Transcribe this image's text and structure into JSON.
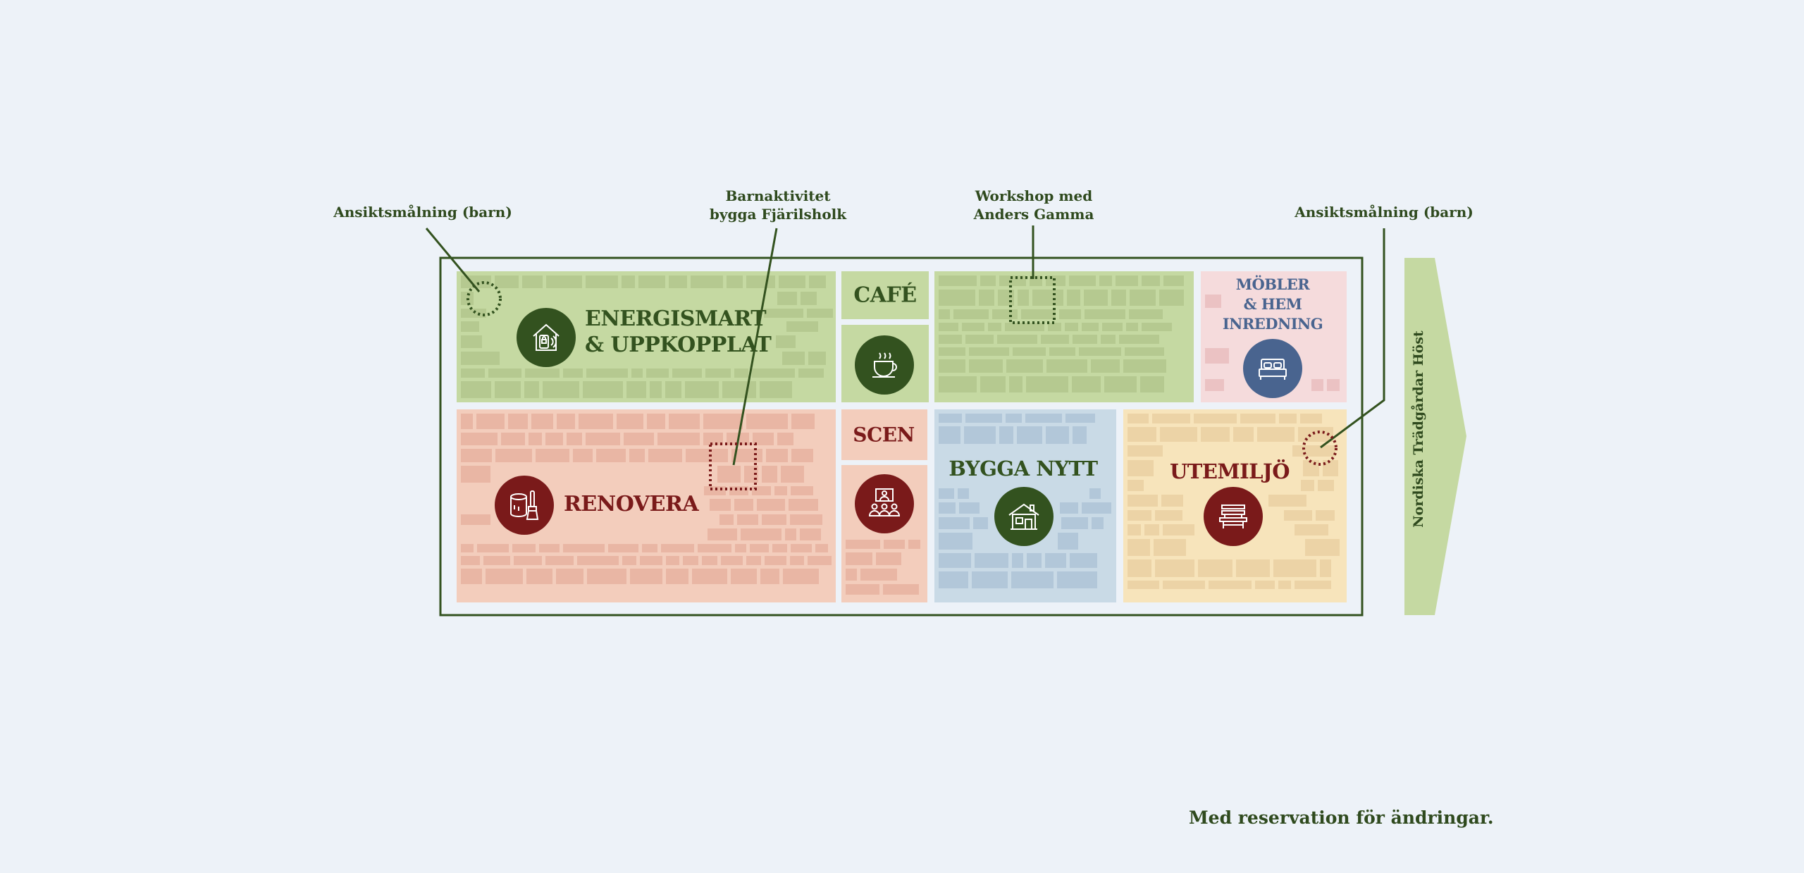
{
  "colors": {
    "background": "#edf2f8",
    "dark_green": "#33521f",
    "dark_red": "#7a1a1a",
    "dark_blue": "#49648f",
    "green_zone": "#c5d9a2",
    "green_booth": "#b5c990",
    "red_zone": "#f3cdbc",
    "red_booth": "#e9b6a4",
    "blue_zone": "#c9dae6",
    "blue_booth": "#b2c7d9",
    "yellow_zone": "#f7e4bb",
    "yellow_booth": "#ecd3a6",
    "pink_zone": "#f5dbdc",
    "pink_booth": "#ebc2c3",
    "arrow": "#c5d9a2"
  },
  "callouts": {
    "face_paint_left": "Ansiktsmålning (barn)",
    "kids_activity_line1": "Barnaktivitet",
    "kids_activity_line2": "bygga Fjärilsholk",
    "workshop_line1": "Workshop med",
    "workshop_line2": "Anders Gamma",
    "face_paint_right": "Ansiktsmålning (barn)"
  },
  "zones": {
    "energismart_line1": "ENERGISMART",
    "energismart_line2": "& UPPKOPPLAT",
    "cafe": "CAFÉ",
    "mobler_line1": "MÖBLER",
    "mobler_line2": "& HEM",
    "mobler_line3": "INREDNING",
    "scen": "SCEN",
    "renovera": "RENOVERA",
    "bygga_nytt": "BYGGA NYTT",
    "utemiljo": "UTEMILJÖ"
  },
  "icons": {
    "energismart": "smart-home-icon",
    "cafe": "coffee-cup-icon",
    "mobler": "bed-icon",
    "renovera": "paint-bucket-brush-icon",
    "scen": "audience-presentation-icon",
    "bygga_nytt": "house-icon",
    "utemiljo": "bench-icon"
  },
  "side_label": "Nordiska Trädgårdar Höst",
  "footnote": "Med reservation för ändringar."
}
